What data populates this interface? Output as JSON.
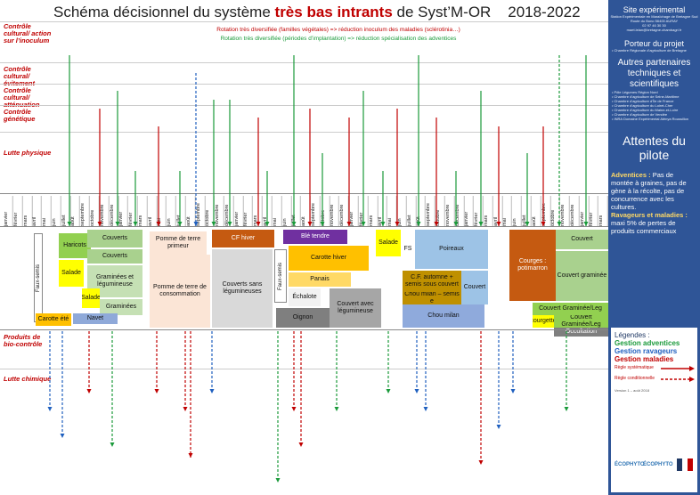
{
  "title": {
    "pre": "Schéma décisionnel du système ",
    "highlight": "très bas intrants",
    "post": " de Syst’M-OR",
    "years": "2018-2022"
  },
  "colors": {
    "red": "#c00000",
    "green": "#1a9a3a",
    "blue": "#1f5fbf",
    "panel": "#2f5597"
  },
  "rows": [
    {
      "id": "inoculum",
      "label": "Contrôle cultural/ action sur l’inoculum"
    },
    {
      "id": "evitement",
      "label": "Contrôle cultural/ évitement"
    },
    {
      "id": "attenuation",
      "label": "Contrôle cultural/ atténuation"
    },
    {
      "id": "genetique",
      "label": "Contrôle génétique"
    },
    {
      "id": "physique",
      "label": "Lutte physique"
    },
    {
      "id": "bio",
      "label": "Produits de bio-contrôle"
    },
    {
      "id": "chimique",
      "label": "Lutte chimique"
    }
  ],
  "rotation_text": {
    "line1": "Rotation très diversifiée (familles végétales) => réduction inoculum des maladies (sclérotinia…)",
    "line2": "Rotation très diversifiée (périodes d’implantation) => réduction spécialisation des adventices"
  },
  "months": [
    "janvier",
    "février",
    "mars",
    "avril",
    "mai",
    "juin",
    "juillet",
    "août",
    "septembre",
    "octobre",
    "novembre",
    "décembre",
    "janvier",
    "février",
    "mars",
    "avril",
    "mai",
    "juin",
    "juillet",
    "août",
    "septembre",
    "octobre",
    "novembre",
    "décembre",
    "janvier",
    "février",
    "mars",
    "avril",
    "mai",
    "juin",
    "juillet",
    "août",
    "septembre",
    "octobre",
    "novembre",
    "décembre",
    "janvier",
    "février",
    "mars",
    "avril",
    "mai",
    "juin",
    "juillet",
    "août",
    "septembre",
    "octobre",
    "novembre",
    "décembre",
    "janvier",
    "février",
    "mars",
    "avril",
    "mai",
    "juin",
    "juillet",
    "août",
    "septembre",
    "octobre",
    "novembre",
    "décembre",
    "janvier",
    "février",
    "mars"
  ],
  "crops": {
    "haricots": "Haricots",
    "couverts1": "Couverts",
    "couverts2": "Couverts",
    "graminees": "Graminées et légumineuse",
    "salade1": "Salade",
    "salade2": "Salade",
    "graminees2": "Graminées",
    "fauxsemis": "Faux-semis",
    "carotte": "Carotte été",
    "navet": "Navet",
    "pdt_primeur": "Pomme de terre primeur",
    "pdt_conso": "Pomme de terre de consommation",
    "cf_hiver": "CF hiver",
    "couverts_sans": "Couverts sans légumineuses",
    "fauxsemis2": "Faux-semis",
    "echalote": "Échalote",
    "oignon": "Oignon",
    "ble": "Blé tendre",
    "carotte_hiver": "Carotte hiver",
    "panais": "Panais",
    "couvert_leg": "Couvert avec légumineuse",
    "salade3": "Salade",
    "fs": "FS",
    "poireaux": "Poireaux",
    "cf_automne": "C.F. automne + semis sous couvert",
    "chou_milan1": "Chou milan – semis e",
    "chou_milan2": "Chou milan",
    "couvert": "Couvert",
    "courges": "Courges : potimarron",
    "couvert_gram": "Couvert graminée",
    "couvert2": "Couvert",
    "couvert_gram_leg": "Couvert Graminée/Leg",
    "courgette": "courgette",
    "couvert_gram_leg2": "Couvert Graminée/Leg",
    "occultation": "Occultation"
  },
  "panel": {
    "site_title": "Site expérimental",
    "site_lines": [
      "Station Expérimentale en Maraîchage de Bretagne Sud",
      "Route du Bono 56400 AURAY",
      "02 97 46 30 30",
      "maet.lelan@bretagne.chambagri.fr"
    ],
    "porteur_title": "Porteur du projet",
    "porteur_lines": [
      "• Chambre Régionale d’agriculture de Bretagne"
    ],
    "partners_title": "Autres partenaires techniques et scientifiques",
    "partners_lines": [
      "• Pôle Légumes Région Nord",
      "• Chambre d’agriculture de Seine-Maritime",
      "• Chambre d’agriculture d’Île de France",
      "• Chambre d’agriculture du Loiret-Cher",
      "• Chambre d’agriculture du Maine-et-Loire",
      "• Chambre d’agriculture de Vendée",
      "• INRA Domaine Expérimental Alénya Roussillon"
    ],
    "attentes_title": "Attentes du pilote",
    "adventices_label": "Adventices :",
    "adventices_text": "Pas de montée à graines, pas de gène à la récolte, pas de concurrence avec les cultures.",
    "ravageurs_label": "Ravageurs et maladies :",
    "ravageurs_text": "maxi 5% de pertes de produits commerciaux"
  },
  "legend": {
    "title": "Légendes :",
    "items": [
      {
        "label": "Gestion adventices",
        "color": "#1a9a3a"
      },
      {
        "label": "Gestion ravageurs",
        "color": "#1f5fbf"
      },
      {
        "label": "Gestion maladies",
        "color": "#c00000"
      }
    ],
    "regle_sys": "Règle systématique",
    "regle_cond": "Règle conditionnelle",
    "version": "Version 1 – août 2018"
  },
  "logos": {
    "ecophyto1": "ÉCOPHYTO",
    "ecophyto2": "ÉCOPHYTO"
  }
}
